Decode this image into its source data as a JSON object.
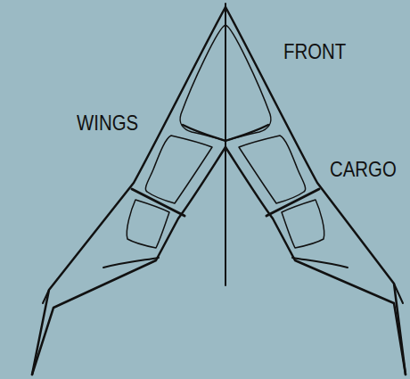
{
  "diagram": {
    "labels": [
      "FRONT",
      "WINGS",
      "CARGO"
    ]
  }
}
